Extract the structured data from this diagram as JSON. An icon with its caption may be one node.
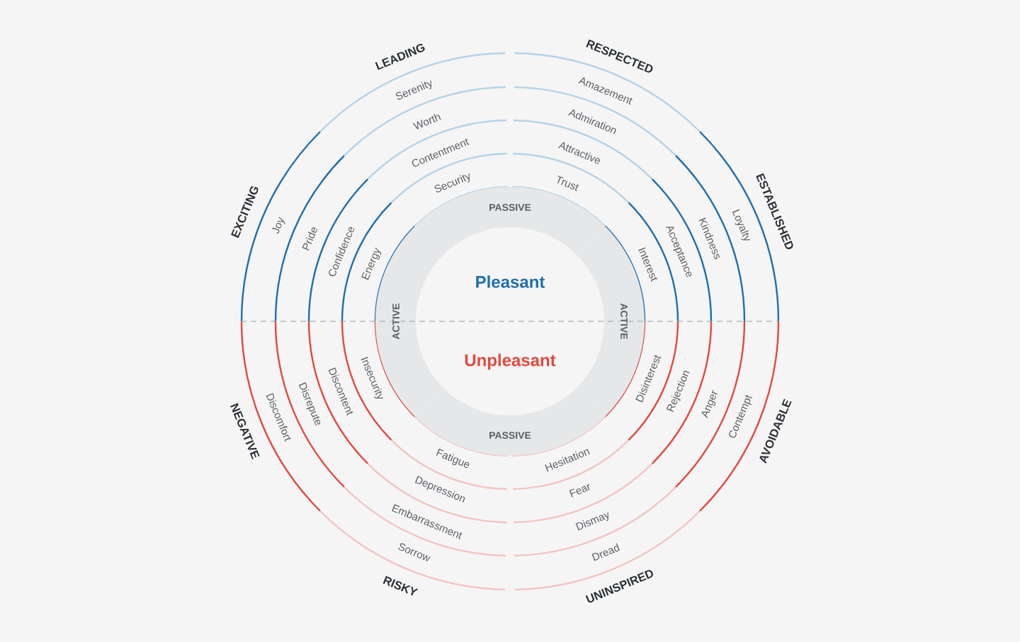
{
  "diagram": {
    "nodes": [
      {
        "text": [
          "PASSIVE"
        ]
      },
      {
        "text": [
          "ACTIVE"
        ]
      },
      {
        "text": [
          "Pleasant",
          "Unpleasant"
        ]
      },
      {
        "text": [
          "ACTIVE"
        ]
      },
      {
        "text": [
          "PASSIVE"
        ]
      }
    ],
    "labels": [
      "LEADING",
      "RESPECTED",
      "Serenity",
      "Amazement",
      "Worth",
      "Admiration",
      "Contentment",
      "Attractive",
      "Security",
      "Trust",
      "EXCITING",
      "Joy",
      "Pride",
      "Confidence",
      "Energy",
      "Interest",
      "Acceptance",
      "Kindness",
      "Loyalty",
      "ESTABLISHED",
      "NEGATIVE",
      "Discomfort",
      "Disrepute",
      "Discontent",
      "Insecurity",
      "Disinterest",
      "Rejection",
      "Anger",
      "Contempt",
      "AVOIDABLE",
      "Fatigue",
      "Hesitation",
      "Depression",
      "Fear",
      "Embarrassment",
      "Dismay",
      "Sorrow",
      "Dread",
      "RISKY",
      "UNINSPIRED"
    ]
  }
}
